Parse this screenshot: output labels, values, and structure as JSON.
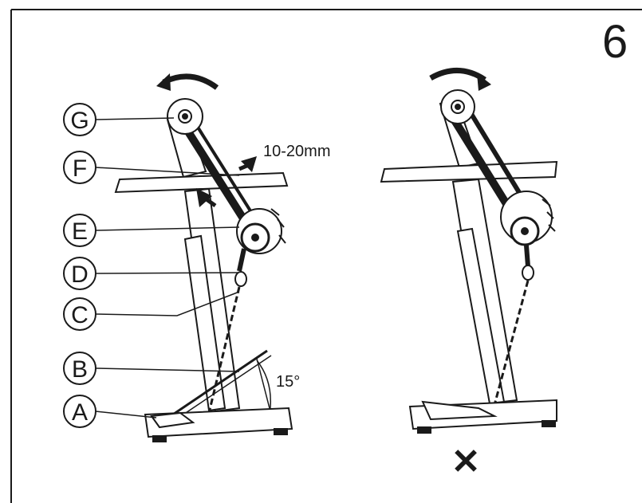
{
  "figure_number": "6",
  "callouts": [
    {
      "id": "G",
      "text": "G"
    },
    {
      "id": "F",
      "text": "F"
    },
    {
      "id": "E",
      "text": "E"
    },
    {
      "id": "D",
      "text": "D"
    },
    {
      "id": "C",
      "text": "C"
    },
    {
      "id": "B",
      "text": "B"
    },
    {
      "id": "A",
      "text": "A"
    }
  ],
  "belt_tension_label": "10-20mm",
  "angle_label": "15°",
  "incorrect_mark": "✕",
  "colors": {
    "ink": "#1a1a1a",
    "paper": "#ffffff",
    "shade": "#6b6b6b"
  }
}
